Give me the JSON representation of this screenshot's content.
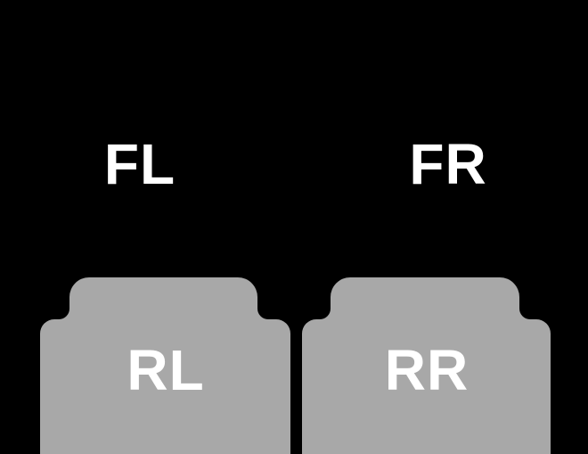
{
  "colors": {
    "background": "#000000",
    "mat": "#a8a8a8",
    "label_text": "#ffffff"
  },
  "labels": {
    "front_left": "FL",
    "front_right": "FR",
    "rear_left": "RL",
    "rear_right": "RR"
  }
}
